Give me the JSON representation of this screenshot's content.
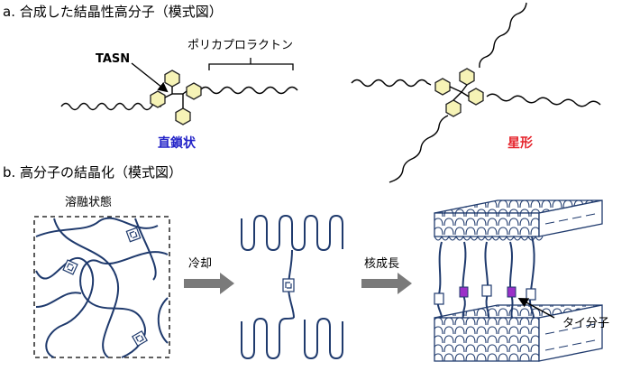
{
  "section_a": {
    "title": "a. 合成した結晶性高分子（模式図）",
    "core_label": "TASN",
    "arm_label": "ポリカプロラクトン",
    "linear_label": "直鎖状",
    "star_label": "星形",
    "colors": {
      "linear": "#2323c8",
      "star": "#e5232b",
      "hexagon": "#f6f3b6"
    }
  },
  "section_b": {
    "title": "b. 高分子の結晶化（模式図）",
    "melt_label": "溶融状態",
    "step1_label": "冷却",
    "step2_label": "核成長",
    "tie_label": "タイ分子",
    "colors": {
      "chain": "#1f3a6d",
      "arrow": "#7a7a7a",
      "tie_marker": "#9b30c8"
    }
  }
}
